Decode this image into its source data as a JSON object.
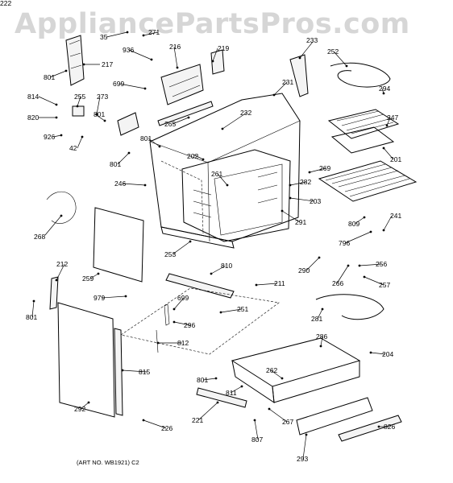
{
  "watermark": "AppliancePartsPros.com",
  "art_number": "(ART NO. WB1921) C2",
  "labels": [
    "35",
    "271",
    "936",
    "216",
    "219",
    "233",
    "252",
    "294",
    "217",
    "801",
    "699",
    "255",
    "273",
    "814",
    "820",
    "801",
    "265",
    "231",
    "801",
    "926",
    "42",
    "232",
    "247",
    "202",
    "801",
    "269",
    "261",
    "282",
    "201",
    "246",
    "203",
    "291",
    "809",
    "241",
    "796",
    "268",
    "253",
    "212",
    "290",
    "256",
    "810",
    "266",
    "257",
    "259",
    "211",
    "979",
    "801",
    "699",
    "281",
    "251",
    "296",
    "812",
    "286",
    "204",
    "815",
    "262",
    "801",
    "811",
    "292",
    "221",
    "267",
    "826",
    "226",
    "807",
    "293",
    "222"
  ]
}
